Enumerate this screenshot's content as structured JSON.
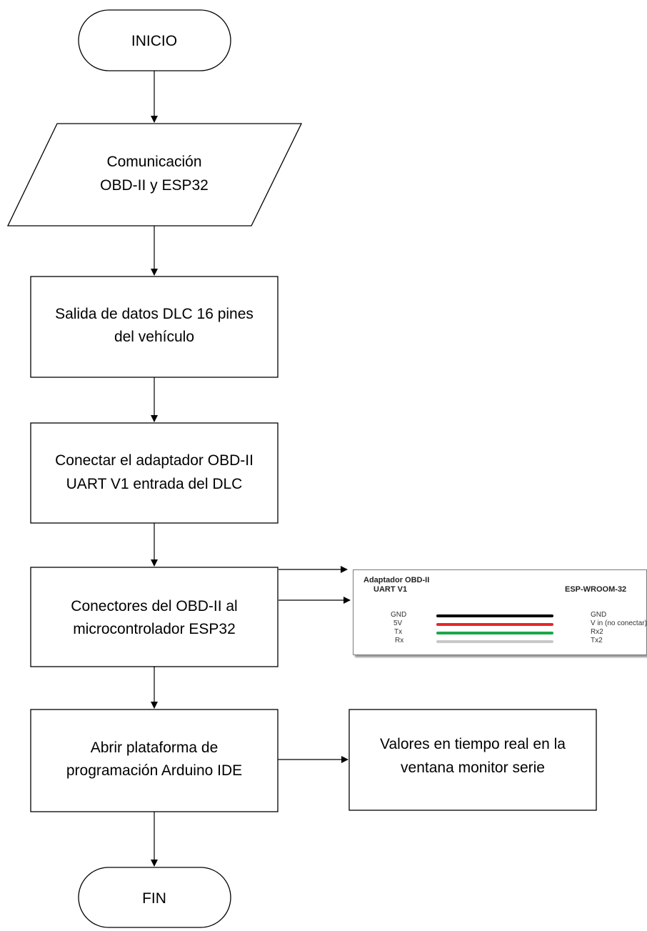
{
  "nodes": {
    "start": "INICIO",
    "input_line1": "Comunicación",
    "input_line2": "OBD-II y ESP32",
    "step1_line1": "Salida de datos DLC 16 pines",
    "step1_line2": "del vehículo",
    "step2_line1": "Conectar el adaptador OBD-II",
    "step2_line2": "UART V1 entrada del DLC",
    "step3_line1": "Conectores del OBD-II al",
    "step3_line2": "microcontrolador ESP32",
    "step4_line1": "Abrir plataforma de",
    "step4_line2": "programación Arduino IDE",
    "result_line1": "Valores en tiempo real en la",
    "result_line2": "ventana monitor serie",
    "end": "FIN"
  },
  "wiring": {
    "left_title_line1": "Adaptador OBD-II",
    "left_title_line2": "UART V1",
    "right_title": "ESP-WROOM-32",
    "pins": [
      {
        "left": "GND",
        "right": "GND",
        "color": "#000000"
      },
      {
        "left": "5V",
        "right": "V in (no conectar)",
        "color": "#e8262a"
      },
      {
        "left": "Tx",
        "right": "Rx2",
        "color": "#1aa84a"
      },
      {
        "left": "Rx",
        "right": "Tx2",
        "color": "#c8c8c8"
      }
    ]
  }
}
